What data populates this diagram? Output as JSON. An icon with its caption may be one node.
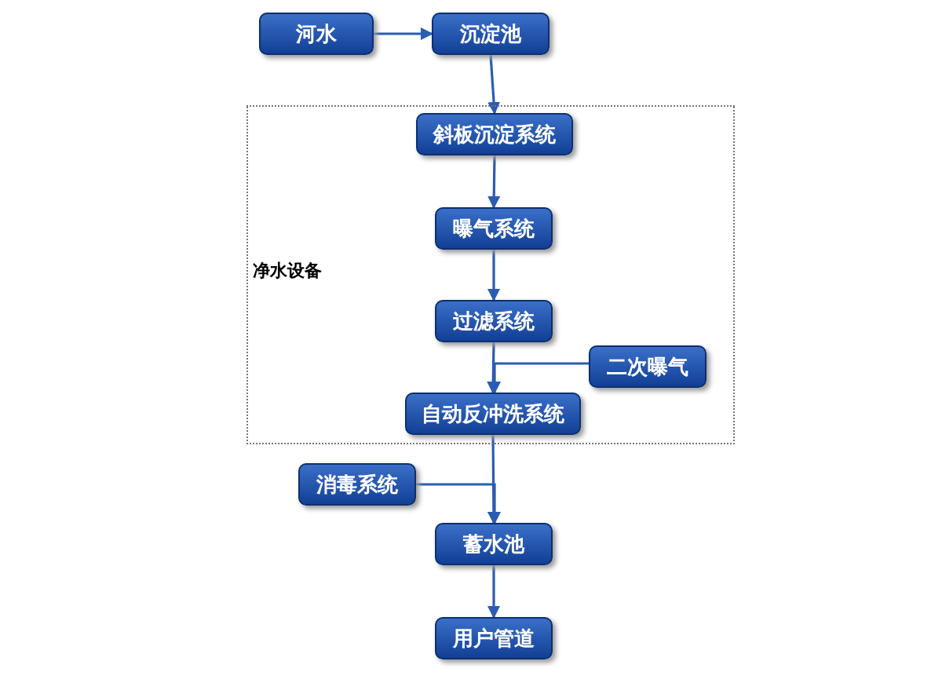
{
  "diagram": {
    "nodes": [
      {
        "text": [
          "河水"
        ]
      },
      {
        "text": [
          "沉淀池"
        ]
      },
      {
        "text": [
          "净水设备"
        ]
      },
      {
        "text": [
          "斜板沉淀系统"
        ],
        "in": 2
      },
      {
        "text": [
          "曝气系统"
        ],
        "in": 2
      },
      {
        "text": [
          "过滤系统"
        ],
        "in": 2
      },
      {
        "text": [
          "二次曝气"
        ],
        "in": 2
      },
      {
        "text": [
          "自动反冲洗系统"
        ],
        "in": 2
      },
      {
        "text": [
          "消毒系统"
        ]
      },
      {
        "text": [
          "蓄水池"
        ]
      },
      {
        "text": [
          "用户管道"
        ]
      }
    ],
    "edges": [
      {
        "from": 0,
        "to": 1,
        "arrow": "to"
      },
      {
        "from": 1,
        "to": 3,
        "arrow": "to"
      },
      {
        "from": 3,
        "to": 4,
        "arrow": "to"
      },
      {
        "from": 4,
        "to": 5,
        "arrow": "to"
      },
      {
        "from": 5,
        "to": 7,
        "arrow": "to"
      },
      {
        "from": 6,
        "to": 7,
        "arrow": "to"
      },
      {
        "from": 7,
        "to": 9,
        "arrow": "to"
      },
      {
        "from": 8,
        "to": 9,
        "arrow": "to"
      },
      {
        "from": 9,
        "to": 10,
        "arrow": "to"
      }
    ]
  }
}
